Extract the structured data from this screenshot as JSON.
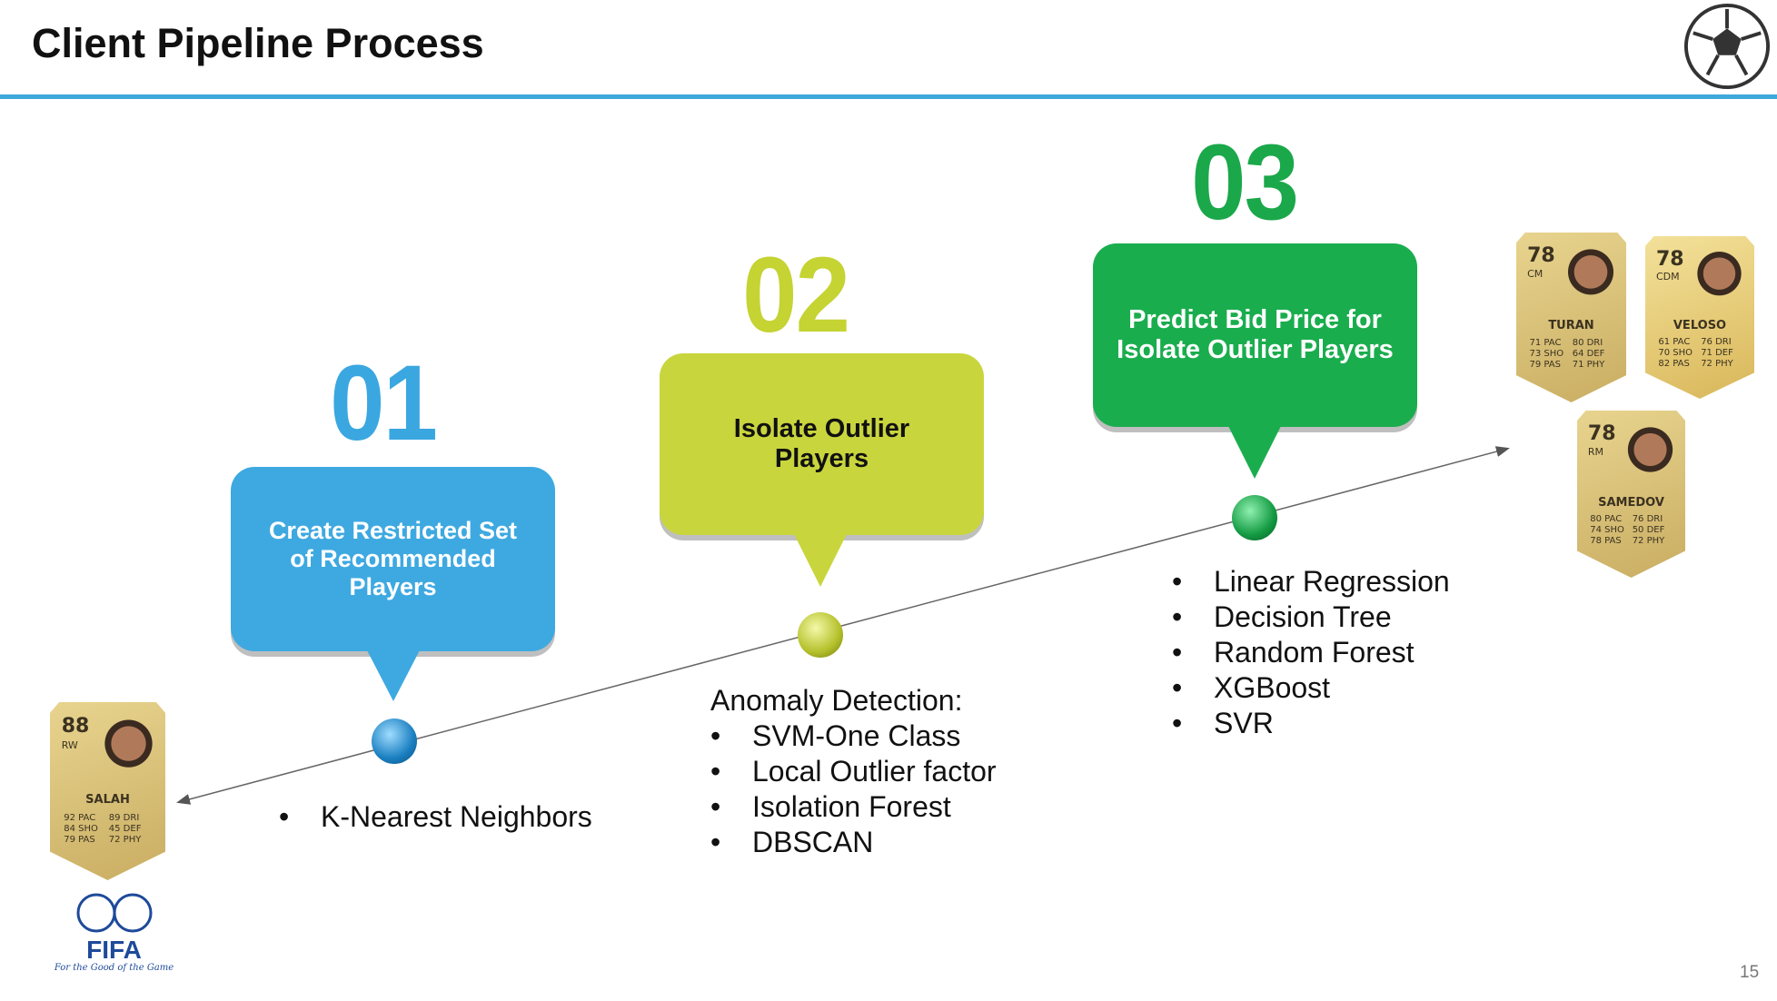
{
  "header": {
    "title": "Client Pipeline Process",
    "logo_icon": "soccer-ball-icon"
  },
  "colors": {
    "blue": "#3ea9e1",
    "lime": "#c9d53d",
    "green": "#1aad4e",
    "rule": "#3fa9dd"
  },
  "steps": [
    {
      "number": "01",
      "label": "Create Restricted Set of Recommended Players",
      "methods": [
        "K-Nearest Neighbors"
      ]
    },
    {
      "number": "02",
      "label": "Isolate Outlier Players",
      "heading": "Anomaly Detection:",
      "methods": [
        "SVM-One Class",
        "Local Outlier factor",
        "Isolation Forest",
        "DBSCAN"
      ]
    },
    {
      "number": "03",
      "label": "Predict Bid Price for Isolate Outlier Players",
      "methods": [
        "Linear Regression",
        "Decision Tree",
        "Random Forest",
        "XGBoost",
        "SVR"
      ]
    }
  ],
  "cards": [
    {
      "name": "SALAH",
      "rating": "88",
      "position": "RW",
      "stats": [
        "92 PAC",
        "89 DRI",
        "84 SHO",
        "45 DEF",
        "79 PAS",
        "72 PHY"
      ]
    },
    {
      "name": "TURAN",
      "rating": "78",
      "position": "CM",
      "stats": [
        "71 PAC",
        "80 DRI",
        "73 SHO",
        "64 DEF",
        "79 PAS",
        "71 PHY"
      ]
    },
    {
      "name": "VELOSO",
      "rating": "78",
      "position": "CDM",
      "stats": [
        "61 PAC",
        "76 DRI",
        "70 SHO",
        "71 DEF",
        "82 PAS",
        "72 PHY"
      ]
    },
    {
      "name": "SAMEDOV",
      "rating": "78",
      "position": "RM",
      "stats": [
        "80 PAC",
        "76 DRI",
        "74 SHO",
        "50 DEF",
        "78 PAS",
        "72 PHY"
      ]
    }
  ],
  "fifa": {
    "logo": "FIFA",
    "tagline": "For the Good of the Game"
  },
  "page_number": "15"
}
